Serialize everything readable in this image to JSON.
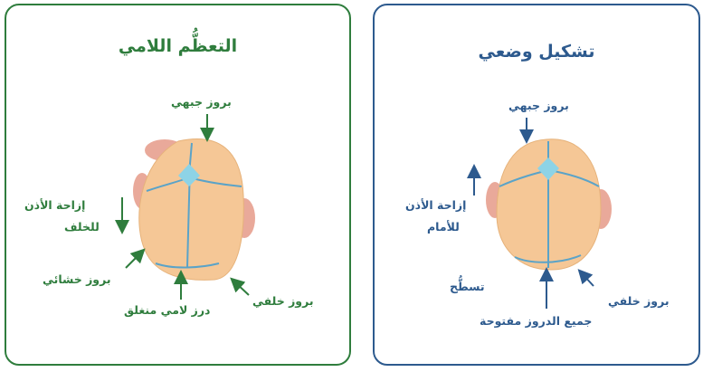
{
  "left": {
    "title": "التعظُّم اللامي",
    "labels": {
      "frontal_bossing": "بروز جبهي",
      "ear_shift_line1": "إزاحة الأذن",
      "ear_shift_line2": "للخلف",
      "mastoid_bossing": "بروز خشائي",
      "closed_lambdoid": "درز لامي منغلق",
      "occipital_bossing": "بروز خلفي"
    }
  },
  "right": {
    "title": "تشكيل وضعي",
    "labels": {
      "frontal_bossing": "بروز جبهي",
      "ear_shift_line1": "إزاحة الأذن",
      "ear_shift_line2": "للأمام",
      "flattening": "تسطُّح",
      "occipital_bossing": "بروز خلفي",
      "all_sutures_open": "جميع الدروز مفتوحة"
    }
  },
  "colors": {
    "green": "#2f7d3d",
    "blue": "#2d5a8e",
    "skull_fill": "#f5c796",
    "suture_line": "#5aa3c8",
    "fontanelle": "#8dd3e6",
    "ear_fill": "#e9a99a"
  }
}
